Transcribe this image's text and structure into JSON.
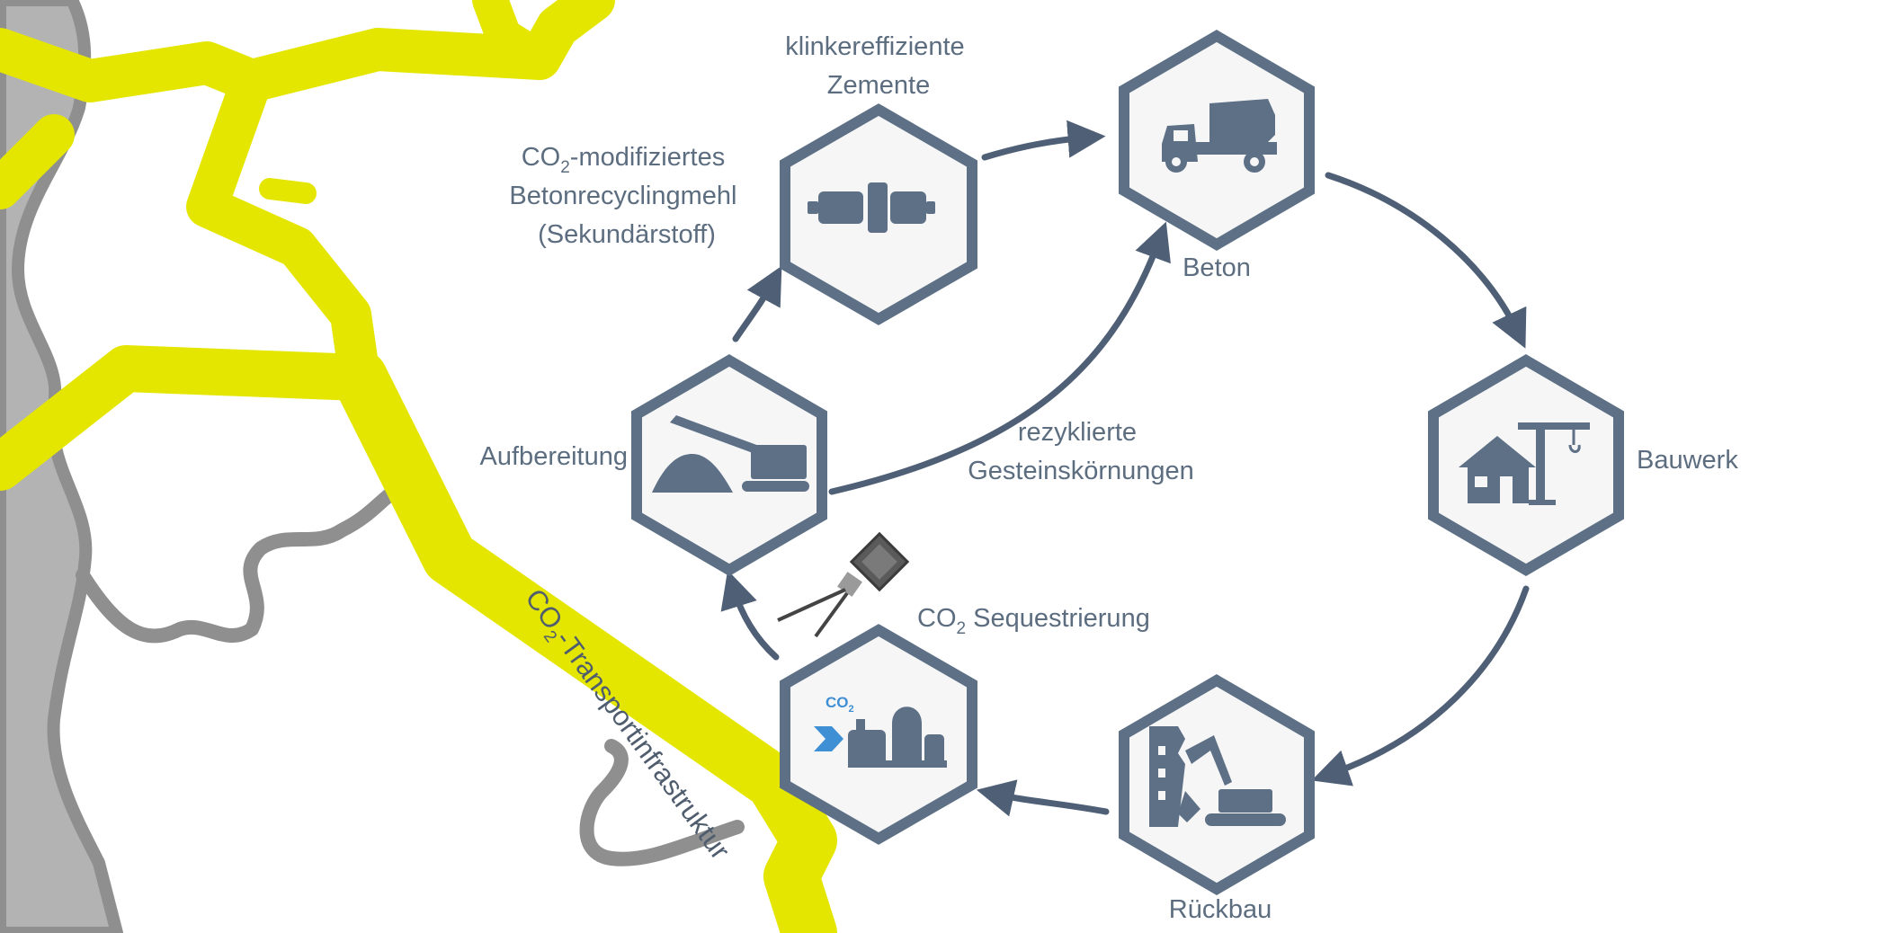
{
  "colors": {
    "pipeline": "#e4e600",
    "node_stroke": "#5d7086",
    "text": "#5c6d80",
    "arrow": "#4e5f76",
    "land": "#b3b3b3",
    "border": "#8f8f8f",
    "co2_icon": "#3f8fd4"
  },
  "pipeline": {
    "label_main": "CO",
    "label_sub": "2",
    "label_rest": "-Transportinfrastruktur"
  },
  "nodes": {
    "zement": {
      "icon": "cement-mill-icon",
      "label_line1": "klinkereffiziente",
      "label_line2": "Zemente"
    },
    "beton": {
      "icon": "concrete-mixer-truck-icon",
      "label": "Beton"
    },
    "bauwerk": {
      "icon": "house-crane-icon",
      "label": "Bauwerk"
    },
    "rueckbau": {
      "icon": "demolition-excavator-icon",
      "label": "Rückbau"
    },
    "sequestrierung": {
      "icon": "co2-plant-icon",
      "icon_text_main": "CO",
      "icon_text_sub": "2",
      "label_main": "CO",
      "label_sub": "2",
      "label_rest": " Sequestrierung"
    },
    "aufbereitung": {
      "icon": "conveyor-crusher-icon",
      "label": "Aufbereitung"
    }
  },
  "annotations": {
    "co2_mehl": {
      "line1_main": "CO",
      "line1_sub": "2",
      "line1_rest": "-modifiziertes",
      "line2": "Betonrecyclingmehl",
      "line3": "(Sekundärstoff)"
    },
    "gestein": {
      "line1": "rezyklierte",
      "line2": "Gesteinskörnungen"
    }
  },
  "extra_icons": [
    "satellite-icon"
  ]
}
